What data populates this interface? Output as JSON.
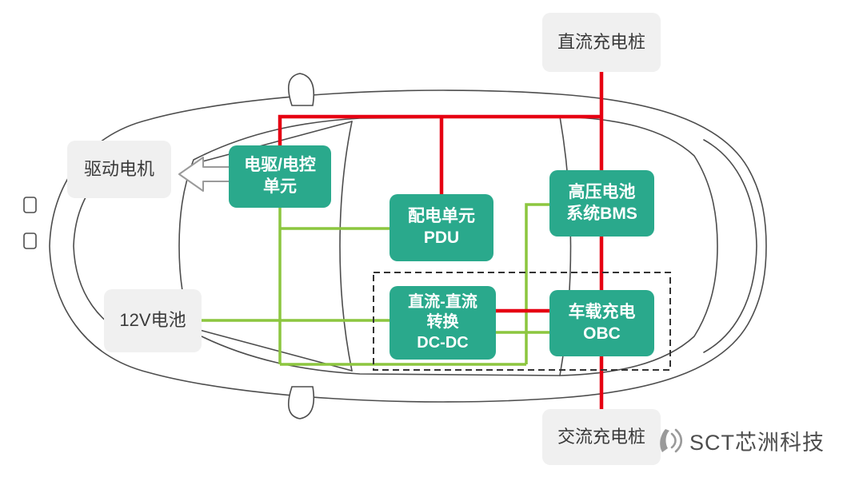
{
  "colors": {
    "hv_line": "#e60012",
    "lv_line": "#8cc63f",
    "green_box": "#2aa98c",
    "green_box_text": "#ffffff",
    "gray_box": "#f0f0f0",
    "gray_box_text": "#3a3a3a",
    "dashed_border": "#333333",
    "car_outline": "#4d4d4d"
  },
  "nodes": {
    "dc_charger": {
      "lines": [
        "直流充电桩"
      ]
    },
    "drive_motor": {
      "lines": [
        "驱动电机"
      ]
    },
    "motor_control_unit": {
      "lines": [
        "电驱/电控",
        "单元"
      ]
    },
    "pdu": {
      "lines": [
        "配电单元",
        "PDU"
      ]
    },
    "bms": {
      "lines": [
        "高压电池",
        "系统BMS"
      ]
    },
    "dcdc": {
      "lines": [
        "直流-直流",
        "转换",
        "DC-DC"
      ]
    },
    "obc": {
      "lines": [
        "车载充电",
        "OBC"
      ]
    },
    "battery_12v": {
      "lines": [
        "12V电池"
      ]
    },
    "ac_charger": {
      "lines": [
        "交流充电桩"
      ]
    }
  },
  "edges": [
    {
      "from": "dc_charger",
      "to": "bms",
      "type": "high-voltage-red"
    },
    {
      "from": "bms",
      "to": "obc",
      "type": "high-voltage-red"
    },
    {
      "from": "obc",
      "to": "ac_charger",
      "type": "high-voltage-red"
    },
    {
      "from": "motor_control_unit",
      "to": "bms",
      "type": "high-voltage-red"
    },
    {
      "from": "pdu",
      "to": "bms",
      "type": "high-voltage-red"
    },
    {
      "from": "dcdc",
      "to": "obc",
      "type": "high-voltage-red"
    },
    {
      "from": "motor_control_unit",
      "to": "pdu",
      "type": "low-voltage-green"
    },
    {
      "from": "battery_12v",
      "to": "dcdc",
      "type": "low-voltage-green"
    },
    {
      "from": "bms",
      "to": "obc",
      "type": "low-voltage-green"
    },
    {
      "from": "motor_control_unit",
      "to": "obc",
      "type": "low-voltage-green"
    },
    {
      "from": "motor_control_unit",
      "to": "drive_motor",
      "type": "mechanical-arrow"
    }
  ],
  "watermark": {
    "text": "SCT芯洲科技"
  }
}
